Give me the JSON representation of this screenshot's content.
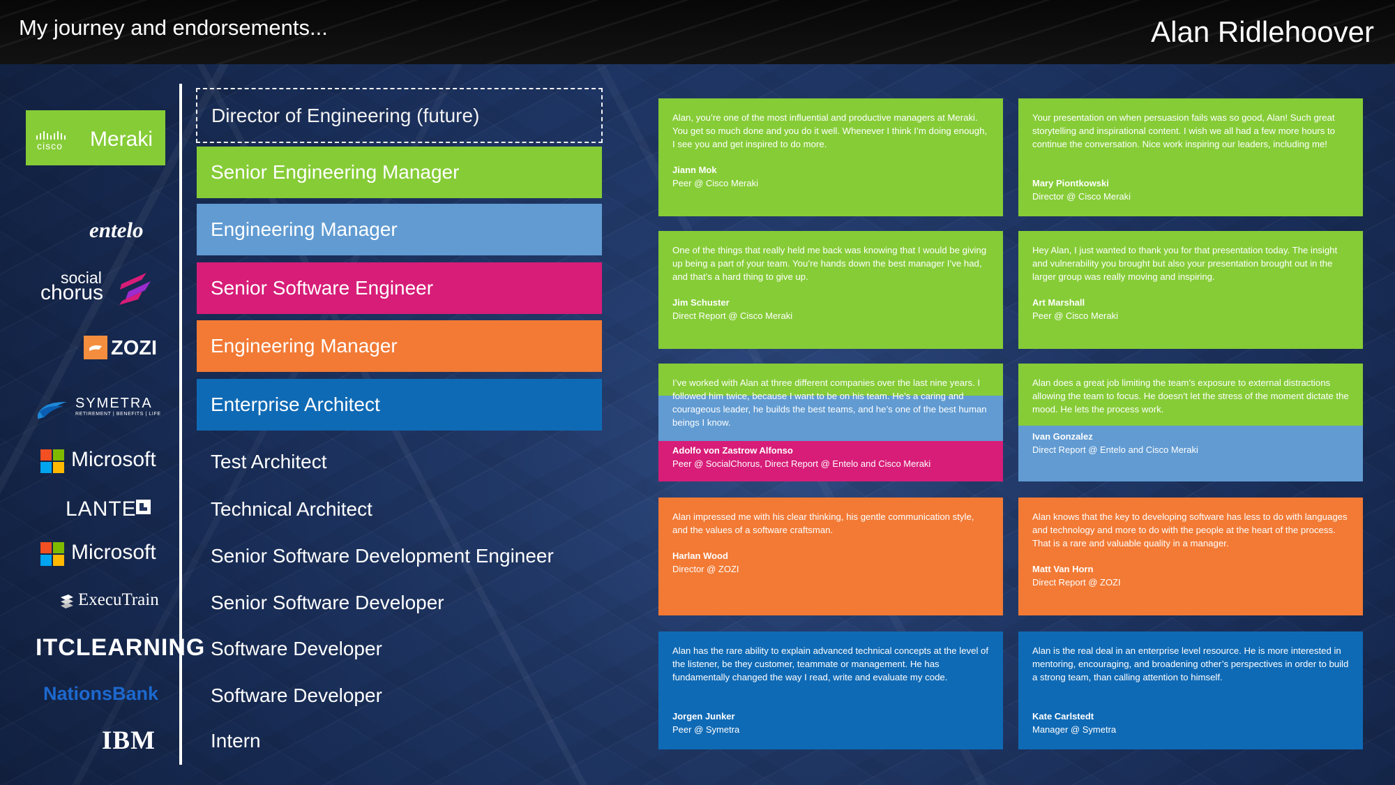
{
  "header": {
    "left_title": "My journey and endorsements...",
    "right_title": "Alan Ridlehoover"
  },
  "companies": [
    {
      "name": "cisco Meraki",
      "parts": [
        "cisco",
        "Meraki"
      ]
    },
    {
      "name": "entelo"
    },
    {
      "name": "social chorus",
      "parts": [
        "social",
        "chorus"
      ]
    },
    {
      "name": "ZOZI"
    },
    {
      "name": "SYMETRA",
      "subtext": "RETIREMENT | BENEFITS | LIFE"
    },
    {
      "name": "Microsoft"
    },
    {
      "name": "LANTE"
    },
    {
      "name": "Microsoft"
    },
    {
      "name": "ExecuTrain"
    },
    {
      "name": "ITCLEARNING"
    },
    {
      "name": "NationsBank"
    },
    {
      "name": "IBM"
    }
  ],
  "roles": [
    "Director of Engineering (future)",
    "Senior Engineering Manager",
    "Engineering Manager",
    "Senior Software Engineer",
    "Engineering Manager",
    "Enterprise Architect",
    "Test Architect",
    "Technical Architect",
    "Senior Software Development Engineer",
    "Senior Software Developer",
    "Software Developer",
    "Software Developer",
    "Intern"
  ],
  "testimonials": [
    {
      "quote": "Alan, you’re one of the most influential and productive managers at Meraki. You get so much done and you do it well. Whenever I think I’m doing enough, I see you and get inspired to do more.",
      "name": "Jiann Mok",
      "relationship": "Peer @ Cisco Meraki"
    },
    {
      "quote": "Your presentation on when persuasion fails was so good, Alan! Such great storytelling and inspirational content. I wish we all had a few more hours to continue the conversation. Nice work inspiring our leaders, including me!",
      "name": "Mary Piontkowski",
      "relationship": "Director @ Cisco Meraki"
    },
    {
      "quote": "One of the things that really held me back was knowing that I would be giving up being a part of your team. You’re hands down the best manager I’ve had, and that’s a hard thing to give up.",
      "name": "Jim Schuster",
      "relationship": "Direct Report @ Cisco Meraki"
    },
    {
      "quote": "Hey Alan, I just wanted to thank you for that presentation today. The insight and vulnerability you brought but also your presentation brought out in the larger group was really moving and inspiring.",
      "name": "Art Marshall",
      "relationship": "Peer @ Cisco Meraki"
    },
    {
      "quote": "I’ve worked with Alan at three different companies over the last nine years. I followed him twice, because I want to be on his team. He’s a caring and courageous leader, he builds the best teams, and he’s one of the best human beings I know.",
      "name": "Adolfo von Zastrow Alfonso",
      "relationship": "Peer @ SocialChorus, Direct Report @ Entelo and Cisco Meraki"
    },
    {
      "quote": "Alan does a great job limiting the team’s exposure to external distractions allowing the team to focus. He doesn’t let the stress of the moment dictate the mood. He lets the process work.",
      "name": "Ivan Gonzalez",
      "relationship": "Direct Report @ Entelo and Cisco Meraki"
    },
    {
      "quote": "Alan impressed me with his clear thinking, his gentle communication style, and the values of a software craftsman.",
      "name": "Harlan Wood",
      "relationship": "Director @ ZOZI"
    },
    {
      "quote": "Alan knows that the key to developing software has less to do with languages and technology and more to do with the people at the heart of the process. That is a rare and valuable quality in a manager.",
      "name": "Matt Van Horn",
      "relationship": "Direct Report @ ZOZI"
    },
    {
      "quote": "Alan has the rare ability to explain advanced technical concepts at the level of the listener, be they customer, teammate or management. He has fundamentally changed the way I read, write and evaluate my code.",
      "name": "Jorgen Junker",
      "relationship": "Peer @ Symetra"
    },
    {
      "quote": "Alan is the real deal in an enterprise level resource. He is more interested in mentoring, encouraging, and broadening other’s perspectives in order to build a strong team, than calling attention to himself.",
      "name": "Kate Carlstedt",
      "relationship": "Manager @ Symetra"
    }
  ],
  "colors": {
    "green": "#86cc37",
    "blue_light": "#619bd2",
    "pink": "#d71d78",
    "orange": "#f27a35",
    "blue": "#0f6ab5",
    "nationsbank": "#1d69cf"
  },
  "icons": [
    "cisco-meraki-logo-icon",
    "socialchorus-mark-icon",
    "zozi-mark-icon",
    "symetra-mark-icon",
    "microsoft-squares-icon",
    "lante-mark-icon",
    "executrain-mark-icon"
  ]
}
